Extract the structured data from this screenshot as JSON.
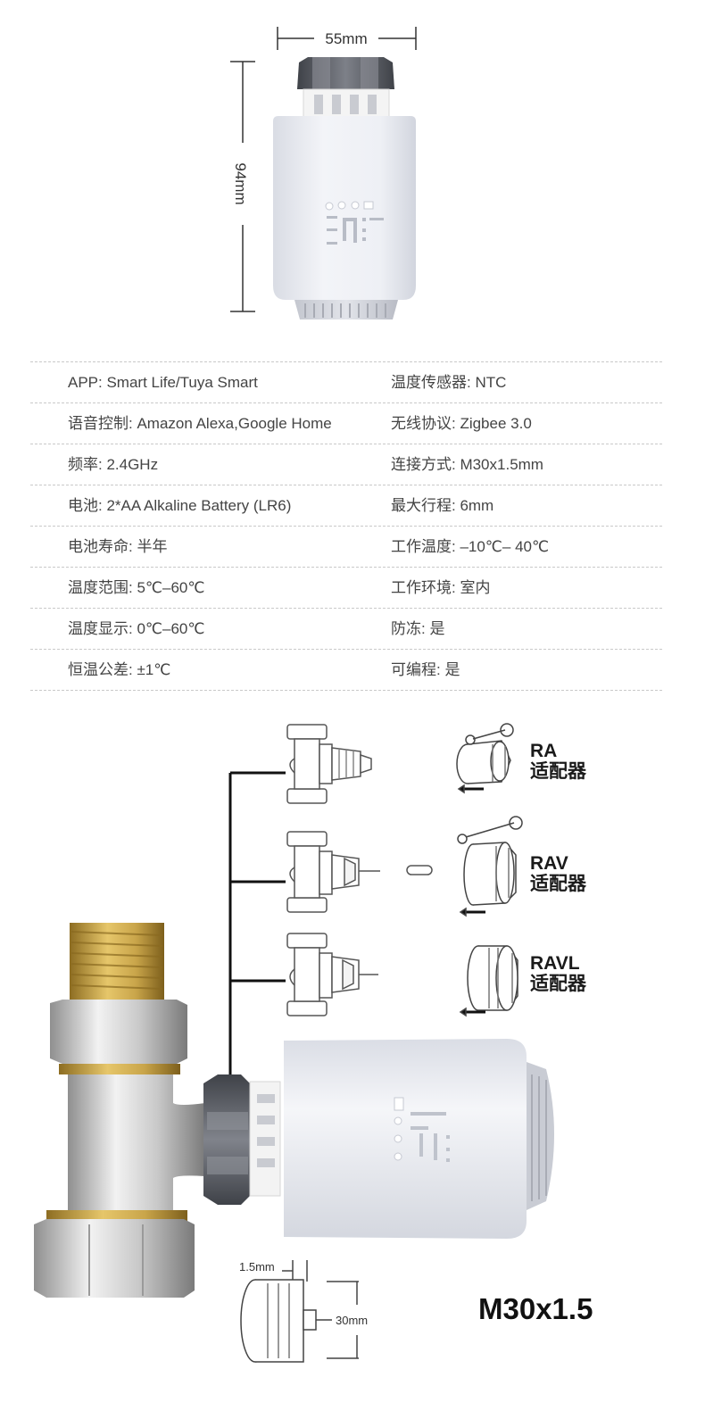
{
  "dimensions": {
    "width": "55mm",
    "height": "94mm"
  },
  "specs": [
    {
      "left": "APP: Smart Life/Tuya Smart",
      "right": "温度传感器: NTC"
    },
    {
      "left": "语音控制: Amazon Alexa,Google Home",
      "right": "无线协议: Zigbee 3.0"
    },
    {
      "left": "频率: 2.4GHz",
      "right": "连接方式: M30x1.5mm"
    },
    {
      "left": "电池: 2*AA Alkaline Battery (LR6)",
      "right": "最大行程: 6mm"
    },
    {
      "left": "电池寿命: 半年",
      "right": "工作温度: –10℃– 40℃"
    },
    {
      "left": "温度范围: 5℃–60℃",
      "right": "工作环境: 室内"
    },
    {
      "left": "温度显示: 0℃–60℃",
      "right": "防冻: 是"
    },
    {
      "left": "恒温公差: ±1℃",
      "right": "可编程: 是"
    }
  ],
  "adapters": [
    {
      "name": "RA",
      "suffix": "适配器"
    },
    {
      "name": "RAV",
      "suffix": "适配器"
    },
    {
      "name": "RAVL",
      "suffix": "适配器"
    }
  ],
  "connector": {
    "thread_depth": "1.5mm",
    "diameter": "30mm",
    "model": "M30x1.5"
  },
  "colors": {
    "device_body": "#eceef3",
    "knob": "#5a5d64",
    "brass": "#c9a54a",
    "chrome": "#c8c8c8",
    "line": "#222222"
  }
}
